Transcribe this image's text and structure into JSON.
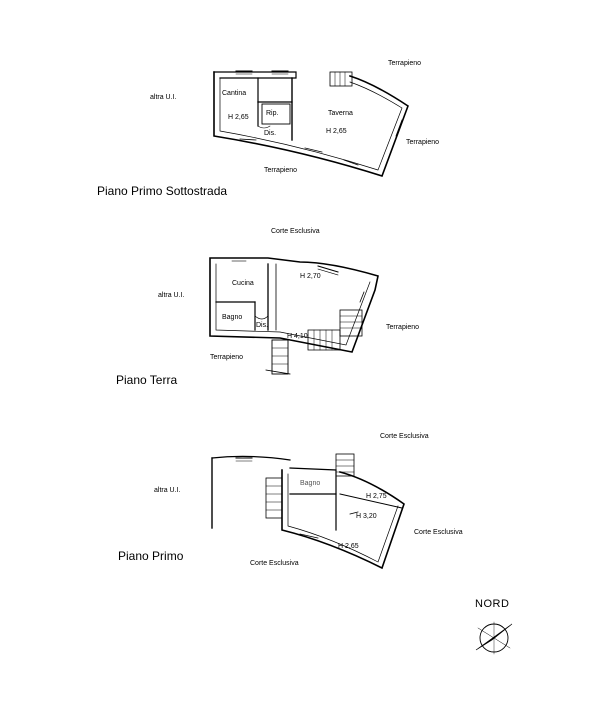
{
  "floors": [
    {
      "title": "Piano Primo Sottostrada",
      "labels": {
        "terrapieno_top": "Terrapieno",
        "altra_ui": "altra U.I.",
        "cantina": "Cantina",
        "rip": "Rip.",
        "h_cantina": "H 2,65",
        "taverna": "Taverna",
        "h_taverna": "H 2,65",
        "dis": "Dis.",
        "terrapieno_right": "Terrapieno",
        "terrapieno_bottom": "Terrapieno"
      }
    },
    {
      "title": "Piano Terra",
      "labels": {
        "corte_top": "Corte Esclusiva",
        "altra_ui": "altra U.I.",
        "cucina": "Cucina",
        "h_main": "H 2,70",
        "bagno": "Bagno",
        "dis": "Dis.",
        "h_stair": "H 4,10",
        "terrapieno_right": "Terrapieno",
        "terrapieno_left": "Terrapieno"
      }
    },
    {
      "title": "Piano Primo",
      "labels": {
        "corte_top": "Corte Esclusiva",
        "altra_ui": "altra U.I.",
        "bagno": "Bagno",
        "h1": "H 2,75",
        "h2": "H 3,20",
        "h3": "H 2,65",
        "corte_right": "Corte Esclusiva",
        "corte_bottom": "Corte Esclusiva"
      }
    }
  ],
  "north_label": "NORD"
}
